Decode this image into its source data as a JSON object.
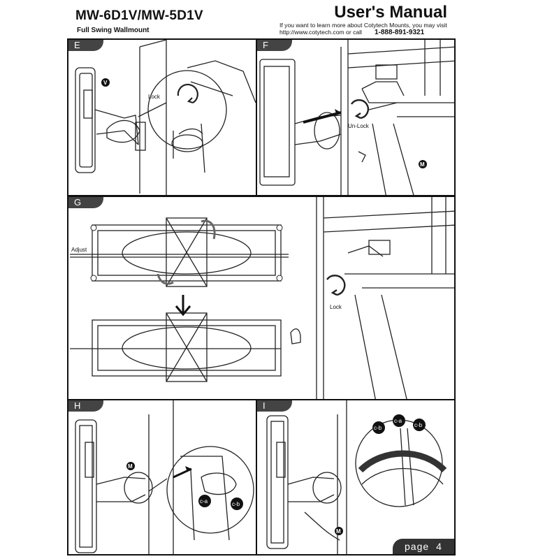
{
  "header": {
    "model": "MW-6D1V/MW-5D1V",
    "subtitle": "Full Swing Wallmount",
    "manual_title": "User's Manual",
    "info_line1": "If you want to learn more about Cotytech Mounts, you may visit",
    "info_line2": "http://www.cotytech.com or call",
    "phone": "1-888-891-9321"
  },
  "panels": {
    "e": {
      "tab": "E",
      "callout": "V",
      "lock_label": "Lock"
    },
    "f": {
      "tab": "F",
      "unlock_label": "Un-Lock",
      "callout": "M"
    },
    "g": {
      "tab": "G",
      "adjust_label": "Adjust",
      "lock_label": "Lock"
    },
    "h": {
      "tab": "H",
      "callout": "M",
      "part_a": "c-a",
      "part_b": "c-b"
    },
    "i": {
      "tab": "I",
      "part_b1": "c-b",
      "part_a": "c-a",
      "part_b2": "c-b",
      "callout": "M"
    }
  },
  "footer": {
    "page_label": "page",
    "page_number": "4"
  }
}
